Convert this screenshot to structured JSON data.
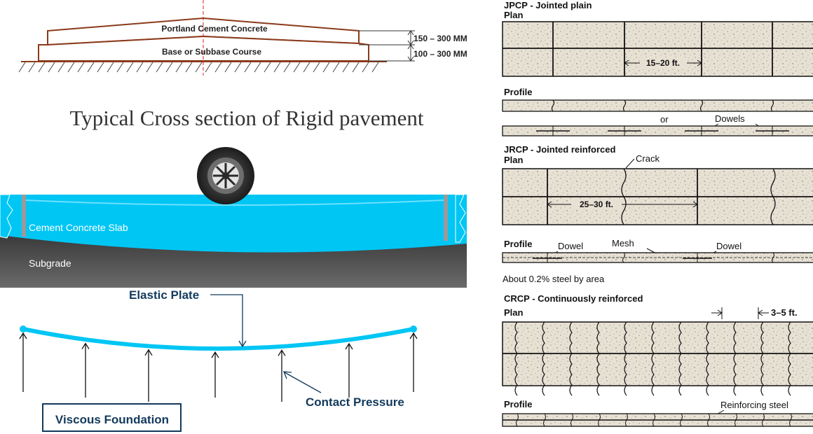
{
  "cross_section": {
    "top_layer": "Portland Cement Concrete",
    "base_layer": "Base or Subbase Course",
    "dim_top": "150 – 300 MM",
    "dim_base": "100 – 300 MM",
    "caption": "Typical Cross section of Rigid pavement"
  },
  "slab_diagram": {
    "slab_label": "Cement Concrete Slab",
    "subgrade_label": "Subgrade"
  },
  "plate_diagram": {
    "plate_label": "Elastic Plate",
    "pressure_label": "Contact Pressure",
    "foundation_label": "Viscous Foundation"
  },
  "jpcp": {
    "title": "JPCP - Jointed plain",
    "plan": "Plan",
    "spacing": "15–20 ft.",
    "profile": "Profile",
    "or": "or",
    "dowels": "Dowels"
  },
  "jrcp": {
    "title": "JRCP - Jointed reinforced",
    "plan": "Plan",
    "crack": "Crack",
    "spacing": "25–30 ft.",
    "profile": "Profile",
    "dowel_left": "Dowel",
    "mesh": "Mesh",
    "dowel_right": "Dowel",
    "steel_note": "About 0.2% steel by area"
  },
  "crcp": {
    "title": "CRCP - Continuously reinforced",
    "plan": "Plan",
    "spacing": "3–5 ft.",
    "profile": "Profile",
    "reinforcing": "Reinforcing steel"
  },
  "colors": {
    "slab_blue": "#00c6f4",
    "subgrade_grey": "#4d4d4d",
    "label_navy": "#123a5c",
    "layer_brown": "#8b3a1a",
    "concrete_fill": "#e7e1d4"
  }
}
